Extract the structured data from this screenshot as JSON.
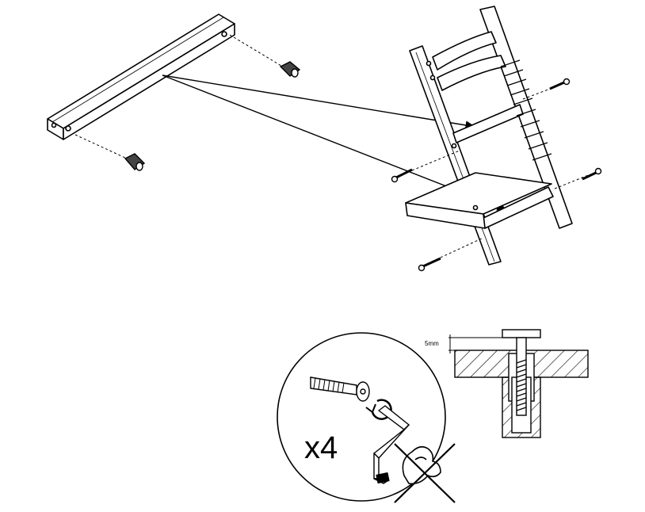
{
  "diagram": {
    "quantity_label": "x4",
    "dimension_label": "5mm",
    "parts": [
      {
        "name": "crossbar",
        "icon": "wooden-beam"
      },
      {
        "name": "barrel-nut",
        "icon": "barrel-nut-icon",
        "count": 2
      },
      {
        "name": "bolt",
        "icon": "bolt-icon",
        "count": 4
      },
      {
        "name": "chair-side-frame",
        "icon": "chair-frame"
      },
      {
        "name": "allen-key",
        "icon": "allen-key-icon"
      }
    ],
    "colors": {
      "line": "#000000",
      "background": "#ffffff"
    }
  }
}
